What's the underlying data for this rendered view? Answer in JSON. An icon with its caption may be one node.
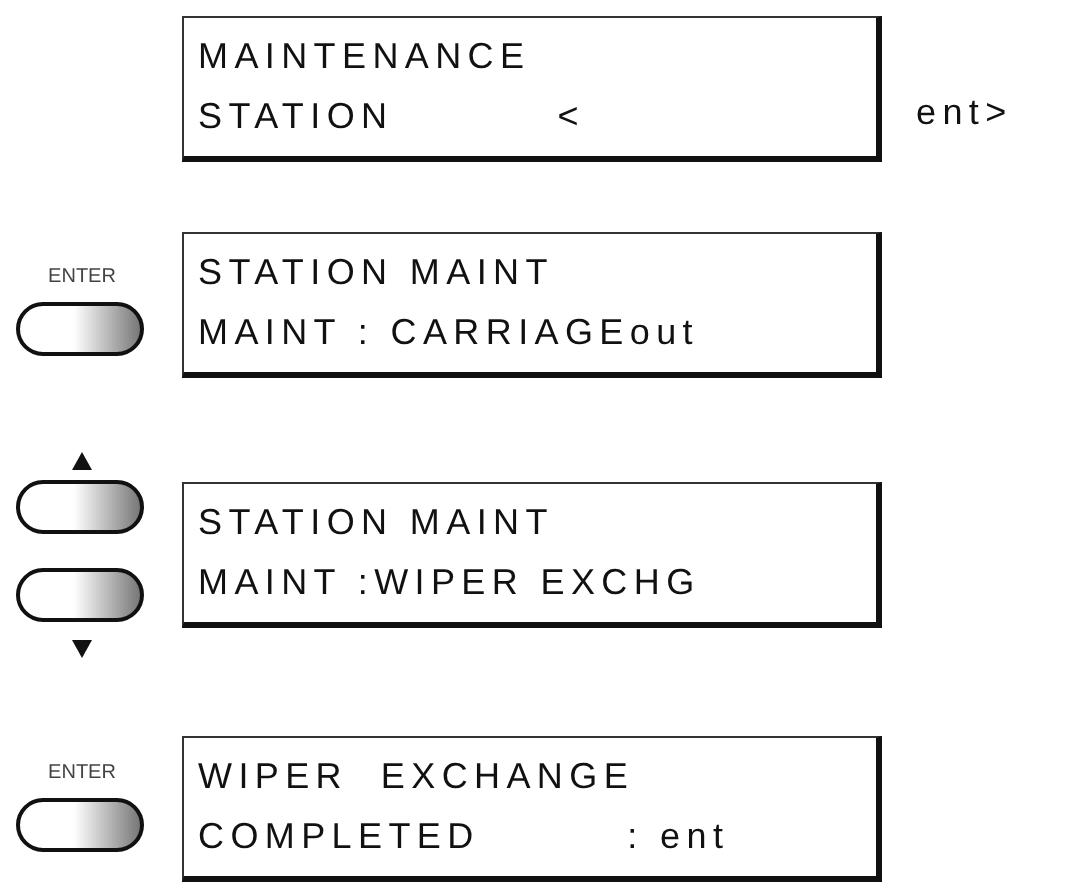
{
  "diagram": {
    "nodes": [
      {
        "text": [
          "MAINTENANCE",
          "STATION          <"
        ],
        "beside": [
          "ent>"
        ]
      },
      {
        "text": [
          "ENTER"
        ]
      },
      {
        "text": [
          "STATION MAINT",
          "MAINT : CARRIAGEout"
        ]
      },
      {
        "text": [],
        "shape": "button"
      },
      {
        "text": [],
        "shape": "button"
      },
      {
        "text": [
          "STATION MAINT",
          "MAINT :WIPER EXCHG"
        ]
      },
      {
        "text": [
          "ENTER"
        ]
      },
      {
        "text": [
          "WIPER  EXCHANGE",
          "COMPLETED         : ent"
        ]
      }
    ]
  }
}
